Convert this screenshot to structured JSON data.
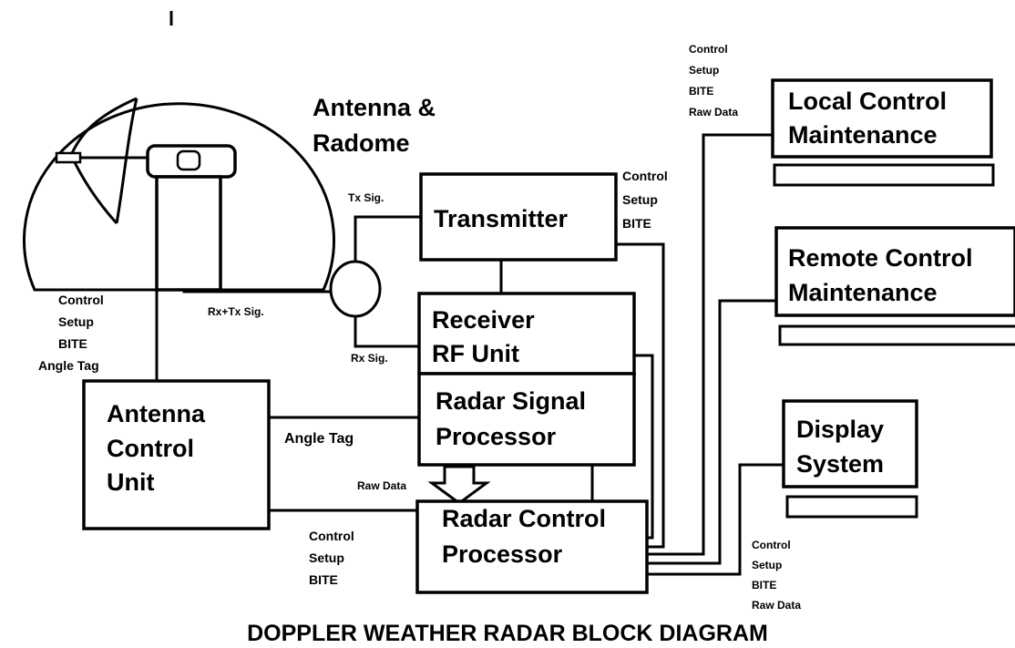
{
  "title": "DOPPLER WEATHER RADAR BLOCK DIAGRAM",
  "blocks": {
    "antenna": [
      "Antenna &",
      "Radome"
    ],
    "transmitter": [
      "Transmitter"
    ],
    "receiver": [
      "Receiver",
      "RF Unit"
    ],
    "signal_processor": [
      "Radar Signal",
      "Processor"
    ],
    "control_processor": [
      "Radar Control",
      "Processor"
    ],
    "antenna_control": [
      "Antenna",
      "Control",
      "Unit"
    ],
    "local_control": [
      "Local Control",
      "Maintenance"
    ],
    "remote_control": [
      "Remote Control",
      "Maintenance"
    ],
    "display": [
      "Display",
      "System"
    ]
  },
  "signals": {
    "tx": "Tx Sig.",
    "rx_tx": "Rx+Tx Sig.",
    "rx": "Rx Sig.",
    "angle_tag": "Angle Tag",
    "raw_data": "Raw Data"
  },
  "labels": {
    "transmitter_ctrl": [
      "Control",
      "Setup",
      "BITE"
    ],
    "antenna_ctrl": [
      "Control",
      "Setup",
      "BITE",
      "Angle Tag"
    ],
    "acu_rcp_ctrl": [
      "Control",
      "Setup",
      "BITE"
    ],
    "local_ctrl": [
      "Control",
      "Setup",
      "BITE",
      "Raw Data"
    ],
    "display_ctrl": [
      "Control",
      "Setup",
      "BITE",
      "Raw Data"
    ]
  }
}
